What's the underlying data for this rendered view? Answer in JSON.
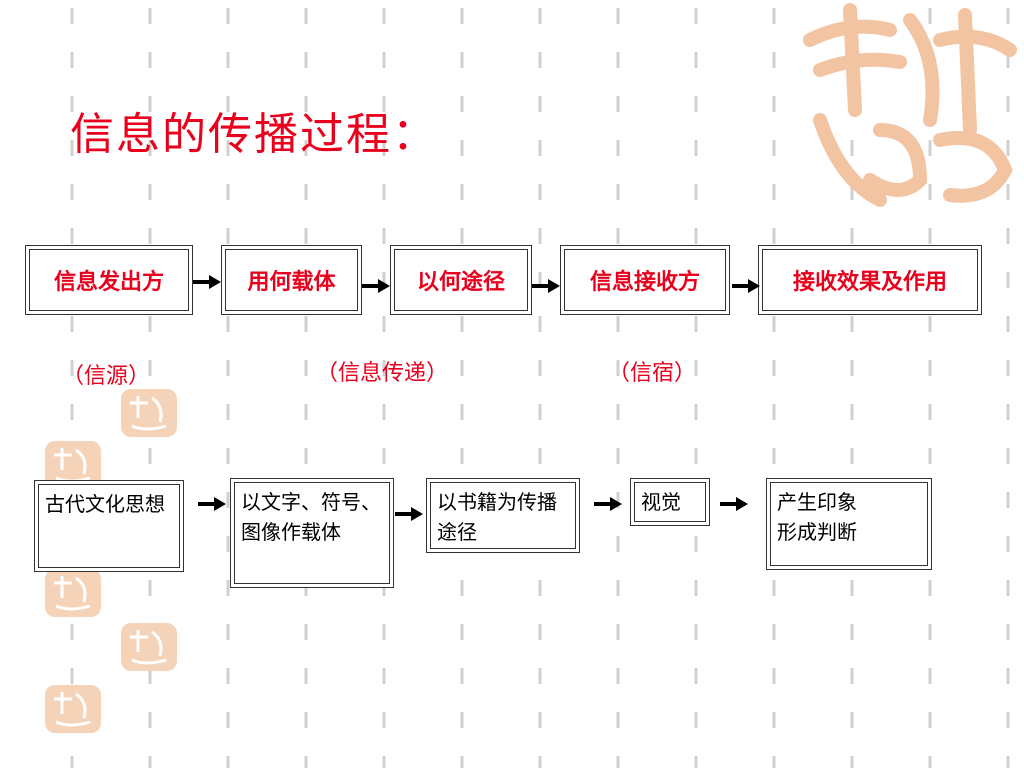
{
  "title": "信息的传播过程：",
  "top_row": [
    {
      "label": "信息发出方"
    },
    {
      "label": "用何载体"
    },
    {
      "label": "以何途径"
    },
    {
      "label": "信息接收方"
    },
    {
      "label": "接收效果及作用"
    }
  ],
  "roles": {
    "source": "（信源）",
    "transfer": "（信息传递）",
    "sink": "（信宿）"
  },
  "bottom_row": [
    {
      "lines": [
        "古代文化思想"
      ]
    },
    {
      "lines": [
        "以文字、符号、图像作载体"
      ]
    },
    {
      "lines": [
        "以书籍为传播途径"
      ]
    },
    {
      "lines": [
        "视觉"
      ]
    },
    {
      "lines": [
        "产生印象",
        "形成判断"
      ]
    }
  ],
  "colors": {
    "accent": "#e8001c",
    "seal": "#f2c4a2"
  }
}
